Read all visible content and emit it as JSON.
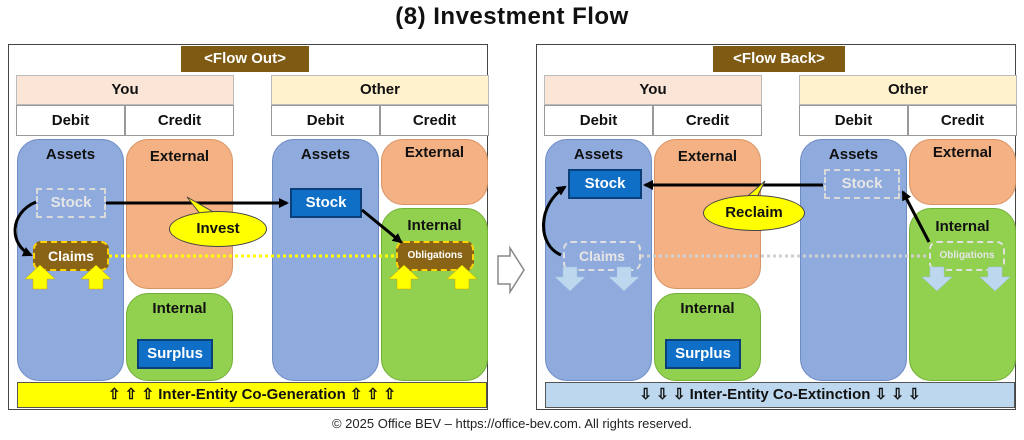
{
  "title": "(8) Investment Flow",
  "footer": "© 2025 Office BEV – https://office-bev.com. All rights reserved.",
  "colors": {
    "header_brown": "#7f5a12",
    "assets_blue": "#8faadc",
    "external_orange": "#f4b183",
    "internal_green": "#92d050",
    "stock_blue": "#0f6fc6",
    "yellow": "#ffff00",
    "light_blue_bar": "#bdd7ee"
  },
  "left_panel": {
    "header": "<Flow Out>",
    "you_label": "You",
    "other_label": "Other",
    "debit": "Debit",
    "credit": "Credit",
    "you_assets": "Assets",
    "you_external": "External",
    "you_internal": "Internal",
    "you_stock_ghost": "Stock",
    "claims": "Claims",
    "surplus": "Surplus",
    "other_assets": "Assets",
    "other_external": "External",
    "other_internal": "Internal",
    "other_stock": "Stock",
    "obligations": "Obligations",
    "callout": "Invest",
    "bottom_bar": "⇧ ⇧ ⇧ Inter-Entity Co-Generation ⇧ ⇧ ⇧"
  },
  "right_panel": {
    "header": "<Flow Back>",
    "you_label": "You",
    "other_label": "Other",
    "debit": "Debit",
    "credit": "Credit",
    "you_assets": "Assets",
    "you_external": "External",
    "you_internal": "Internal",
    "you_stock": "Stock",
    "claims_ghost": "Claims",
    "surplus": "Surplus",
    "other_assets": "Assets",
    "other_external": "External",
    "other_internal": "Internal",
    "other_stock_ghost": "Stock",
    "obligations_ghost": "Obligations",
    "callout": "Reclaim",
    "bottom_bar": "⇩ ⇩ ⇩ Inter-Entity Co-Extinction ⇩ ⇩ ⇩"
  }
}
